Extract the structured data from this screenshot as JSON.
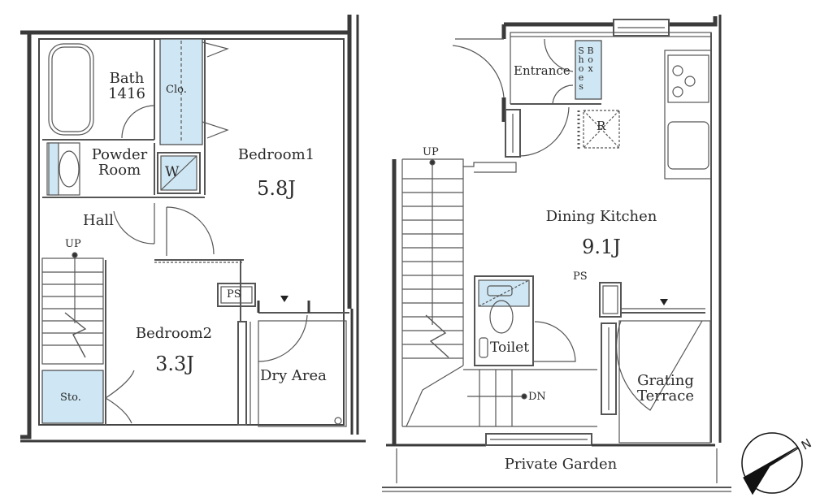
{
  "colors": {
    "wall": "#3a3a3a",
    "line": "#555555",
    "fixture_fill": "#cfe7f4",
    "background": "#ffffff"
  },
  "floor1": {
    "bath": {
      "name": "Bath",
      "size": "1416"
    },
    "closet": "Clo.",
    "powder_room": {
      "line1": "Powder",
      "line2": "Room"
    },
    "washer": "W",
    "hall": "Hall",
    "stairs_up": "UP",
    "bedroom1": {
      "name": "Bedroom1",
      "area": "5.8J"
    },
    "bedroom2": {
      "name": "Bedroom2",
      "area": "3.3J"
    },
    "pipe_space": "PS",
    "storage": "Sto.",
    "dry_area": "Dry Area"
  },
  "floor2": {
    "entrance": "Entrance",
    "shoes_box": {
      "line1": "Shoes",
      "line2": "Box"
    },
    "refrigerator": "R",
    "stairs_up": "UP",
    "stairs_down": "DN",
    "dining_kitchen": {
      "name": "Dining Kitchen",
      "area": "9.1J"
    },
    "pipe_space": "PS",
    "toilet": "Toilet",
    "grating_terrace": {
      "line1": "Grating",
      "line2": "Terrace"
    },
    "private_garden": "Private Garden"
  },
  "compass": {
    "north_label": "N",
    "icon": "north-arrow-icon"
  }
}
